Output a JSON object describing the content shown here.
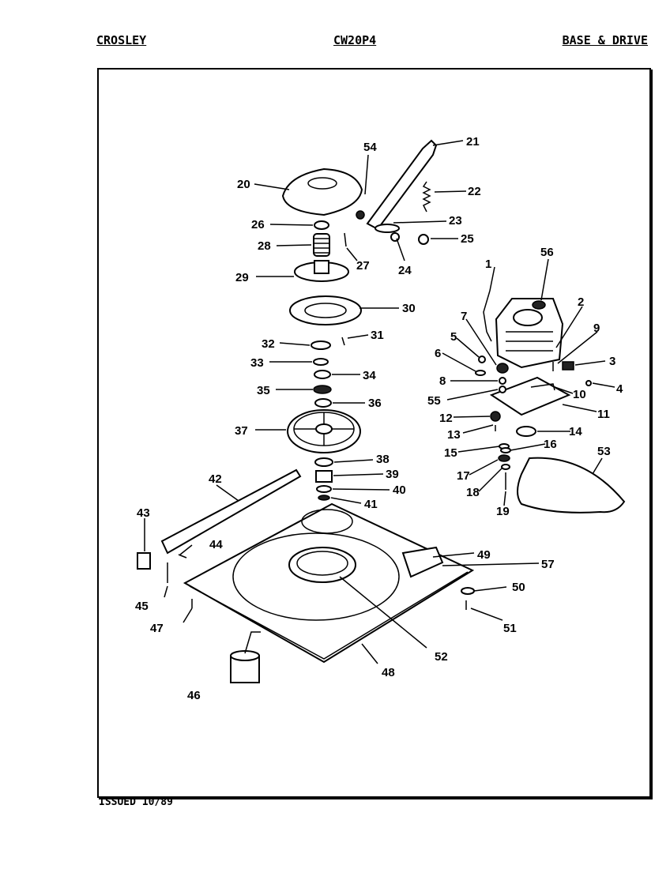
{
  "header": {
    "brand": "CROSLEY",
    "model": "CW20P4",
    "section": "BASE & DRIVE"
  },
  "footer": {
    "issued": "ISSUED 10/89"
  },
  "callouts": [
    {
      "id": "1",
      "label": "1"
    },
    {
      "id": "2",
      "label": "2"
    },
    {
      "id": "3",
      "label": "3"
    },
    {
      "id": "4",
      "label": "4"
    },
    {
      "id": "5",
      "label": "5"
    },
    {
      "id": "6",
      "label": "6"
    },
    {
      "id": "7",
      "label": "7"
    },
    {
      "id": "8",
      "label": "8"
    },
    {
      "id": "9",
      "label": "9"
    },
    {
      "id": "10",
      "label": "10"
    },
    {
      "id": "11",
      "label": "11"
    },
    {
      "id": "12",
      "label": "12"
    },
    {
      "id": "13",
      "label": "13"
    },
    {
      "id": "14",
      "label": "14"
    },
    {
      "id": "15",
      "label": "15"
    },
    {
      "id": "16",
      "label": "16"
    },
    {
      "id": "17",
      "label": "17"
    },
    {
      "id": "18",
      "label": "18"
    },
    {
      "id": "19",
      "label": "19"
    },
    {
      "id": "20",
      "label": "20"
    },
    {
      "id": "21",
      "label": "21"
    },
    {
      "id": "22",
      "label": "22"
    },
    {
      "id": "23",
      "label": "23"
    },
    {
      "id": "24",
      "label": "24"
    },
    {
      "id": "25",
      "label": "25"
    },
    {
      "id": "26",
      "label": "26"
    },
    {
      "id": "27",
      "label": "27"
    },
    {
      "id": "28",
      "label": "28"
    },
    {
      "id": "29",
      "label": "29"
    },
    {
      "id": "30",
      "label": "30"
    },
    {
      "id": "31",
      "label": "31"
    },
    {
      "id": "32",
      "label": "32"
    },
    {
      "id": "33",
      "label": "33"
    },
    {
      "id": "34",
      "label": "34"
    },
    {
      "id": "35",
      "label": "35"
    },
    {
      "id": "36",
      "label": "36"
    },
    {
      "id": "37",
      "label": "37"
    },
    {
      "id": "38",
      "label": "38"
    },
    {
      "id": "39",
      "label": "39"
    },
    {
      "id": "40",
      "label": "40"
    },
    {
      "id": "41",
      "label": "41"
    },
    {
      "id": "42",
      "label": "42"
    },
    {
      "id": "43",
      "label": "43"
    },
    {
      "id": "44",
      "label": "44"
    },
    {
      "id": "45",
      "label": "45"
    },
    {
      "id": "46",
      "label": "46"
    },
    {
      "id": "47",
      "label": "47"
    },
    {
      "id": "48",
      "label": "48"
    },
    {
      "id": "49",
      "label": "49"
    },
    {
      "id": "50",
      "label": "50"
    },
    {
      "id": "51",
      "label": "51"
    },
    {
      "id": "52",
      "label": "52"
    },
    {
      "id": "53",
      "label": "53"
    },
    {
      "id": "54",
      "label": "54"
    },
    {
      "id": "55",
      "label": "55"
    },
    {
      "id": "56",
      "label": "56"
    },
    {
      "id": "57",
      "label": "57"
    }
  ]
}
